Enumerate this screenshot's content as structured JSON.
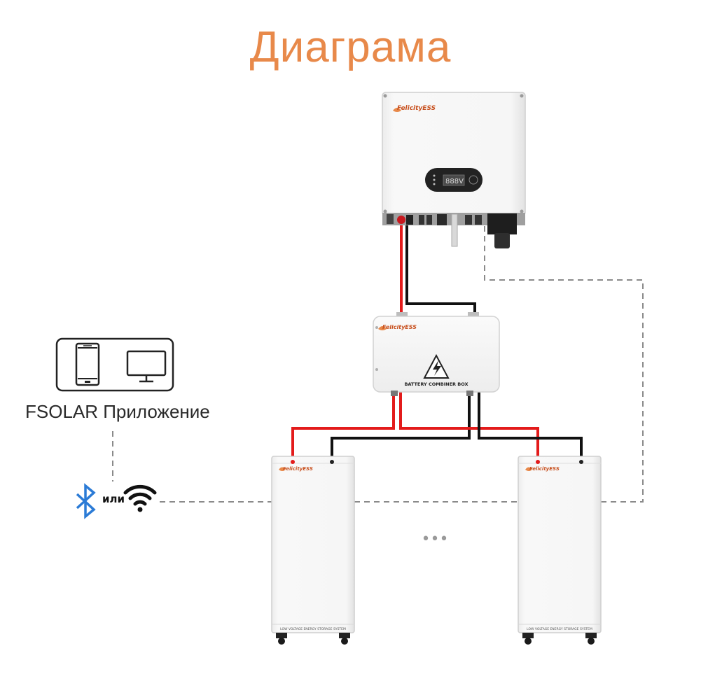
{
  "title": "Диаграма",
  "app": {
    "label": "FSOLAR Приложение",
    "connect_or": "или"
  },
  "devices": {
    "inverter": {
      "brand": "FelicityESS",
      "display": "888V"
    },
    "combiner": {
      "brand": "FelicityESS",
      "label": "BATTERY COMBINER BOX"
    },
    "battery_left": {
      "brand": "FelicityESS",
      "label": "LOW VOLTAGE ENERGY STORAGE SYSTEM"
    },
    "battery_right": {
      "brand": "FelicityESS",
      "label": "LOW VOLTAGE ENERGY STORAGE SYSTEM"
    },
    "ellipsis": "•••"
  },
  "colors": {
    "title": "#e8894a",
    "positive_cable": "#e31b1b",
    "negative_cable": "#111111",
    "comm_line": "#8a8a8a",
    "bluetooth": "#2b7bd6",
    "device_body": "#f4f4f4"
  }
}
